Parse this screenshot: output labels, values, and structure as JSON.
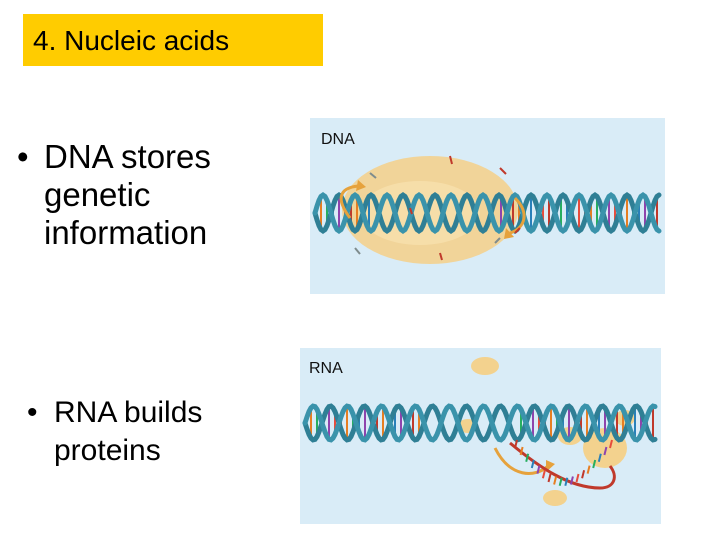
{
  "slide": {
    "title": "4. Nucleic acids",
    "bullet_symbol": "•",
    "dna_bullet": {
      "lines": [
        "DNA stores",
        "genetic",
        "information"
      ]
    },
    "rna_bullet": {
      "lines": [
        "RNA builds",
        "proteins"
      ]
    },
    "dna_panel": {
      "label": "DNA",
      "background": "#d9ecf7"
    },
    "rna_panel": {
      "label": "RNA",
      "background": "#d9ecf7"
    },
    "colors": {
      "title_bg": "#ffcc00",
      "helix": "#2f7f95",
      "enzyme": "#f3d28e",
      "arrow": "#e6a23c",
      "rna_strand": "#c0392b"
    }
  }
}
